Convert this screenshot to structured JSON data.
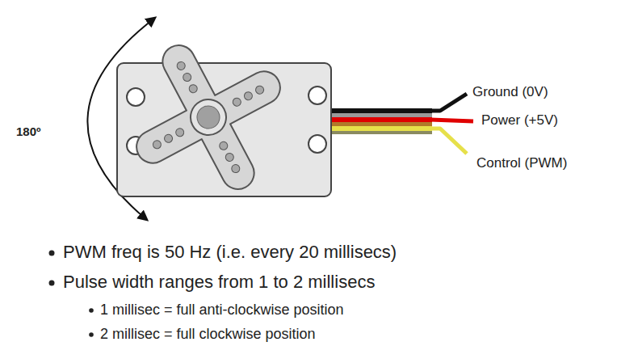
{
  "diagram": {
    "labels": [
      "180º",
      "Ground (0V)",
      "Power (+5V)",
      "Control (PWM)",
      "PWM freq is 50 Hz (i.e. every 20 millisecs)",
      "Pulse width ranges from 1 to 2 millisecs",
      "1 millisec = full anti-clockwise position",
      "2 millisec = full clockwise position"
    ]
  }
}
